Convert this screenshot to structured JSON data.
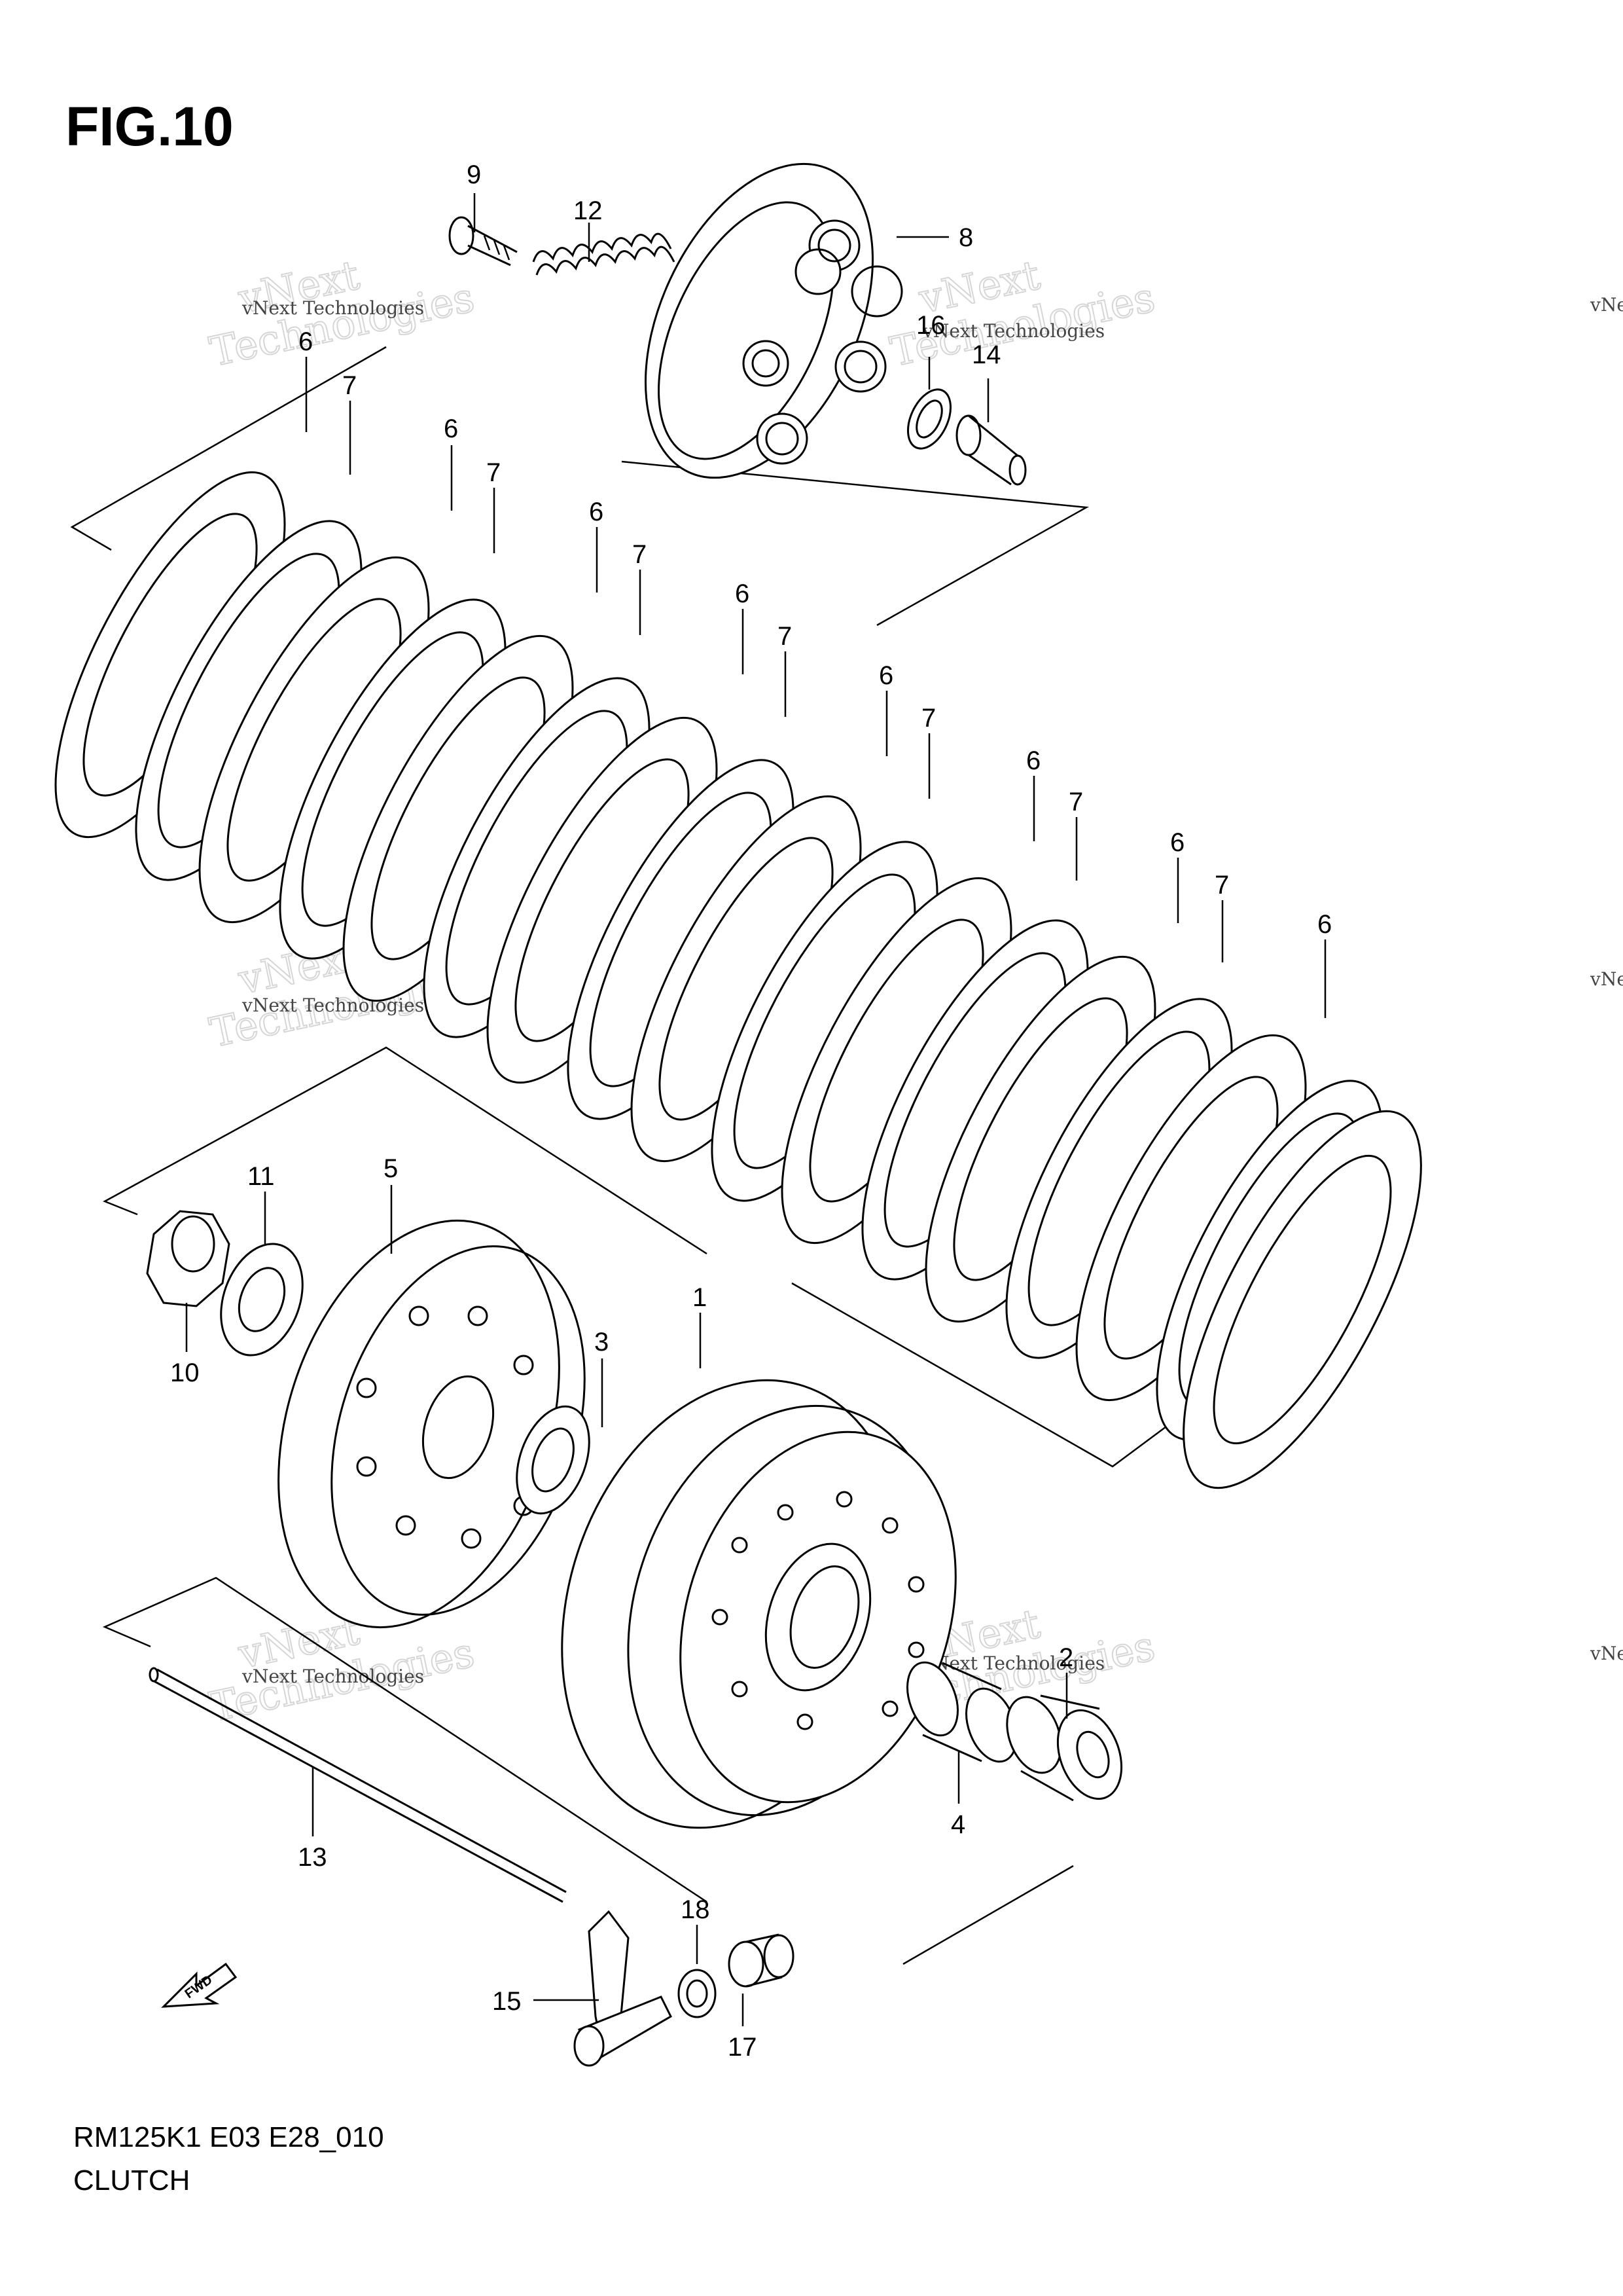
{
  "figure": {
    "title": "FIG.10"
  },
  "footer": {
    "code": "RM125K1 E03 E28_010",
    "name": "CLUTCH"
  },
  "watermark": {
    "company": "vNext Technologies",
    "brand_line1": "vNext",
    "brand_line2": "Technologies"
  },
  "fwd_label": "FWD",
  "callouts": {
    "p1": "1",
    "p2": "2",
    "p3": "3",
    "p4": "4",
    "p5": "5",
    "p6": "6",
    "p7": "7",
    "p8": "8",
    "p9": "9",
    "p10": "10",
    "p11": "11",
    "p12": "12",
    "p13": "13",
    "p14": "14",
    "p15": "15",
    "p16": "16",
    "p17": "17",
    "p18": "18"
  }
}
